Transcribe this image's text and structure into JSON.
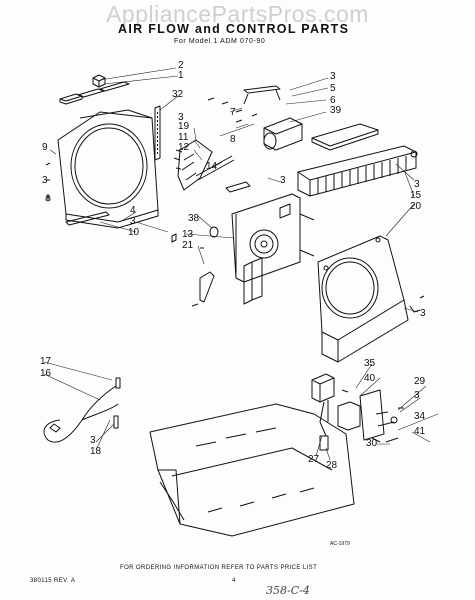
{
  "watermark": "AppliancePartsPros.com",
  "title": "AIR FLOW and CONTROL PARTS",
  "subtitle": "For Model 1 ADM 070-90",
  "footer": "FOR ORDERING INFORMATION REFER TO PARTS PRICE LIST",
  "doc_code": "380115 REV. A",
  "page_mark": "4",
  "figure_code": "AC-1979",
  "handwritten": "358-C-4",
  "callouts": {
    "c2": "2",
    "c1": "1",
    "c32": "32",
    "c3a": "3",
    "c5": "5",
    "c6": "6",
    "c3b": "3",
    "c3c": "3",
    "c39": "39",
    "c7": "7",
    "c8": "8",
    "c19": "19",
    "c11": "11",
    "c12": "12",
    "c9": "9",
    "c14": "14",
    "c3d": "3",
    "c3e": "3",
    "c3f": "3",
    "c15": "15",
    "c4": "4",
    "c20": "20",
    "c3g": "3",
    "c10": "10",
    "c38": "38",
    "c13": "13",
    "c21": "21",
    "c3h": "3",
    "c17": "17",
    "c16": "16",
    "c35": "35",
    "c40": "40",
    "c29": "29",
    "c3i": "3",
    "c34": "34",
    "c3j": "3",
    "c18": "18",
    "c27": "27",
    "c28": "28",
    "c30": "30",
    "c41": "41"
  }
}
